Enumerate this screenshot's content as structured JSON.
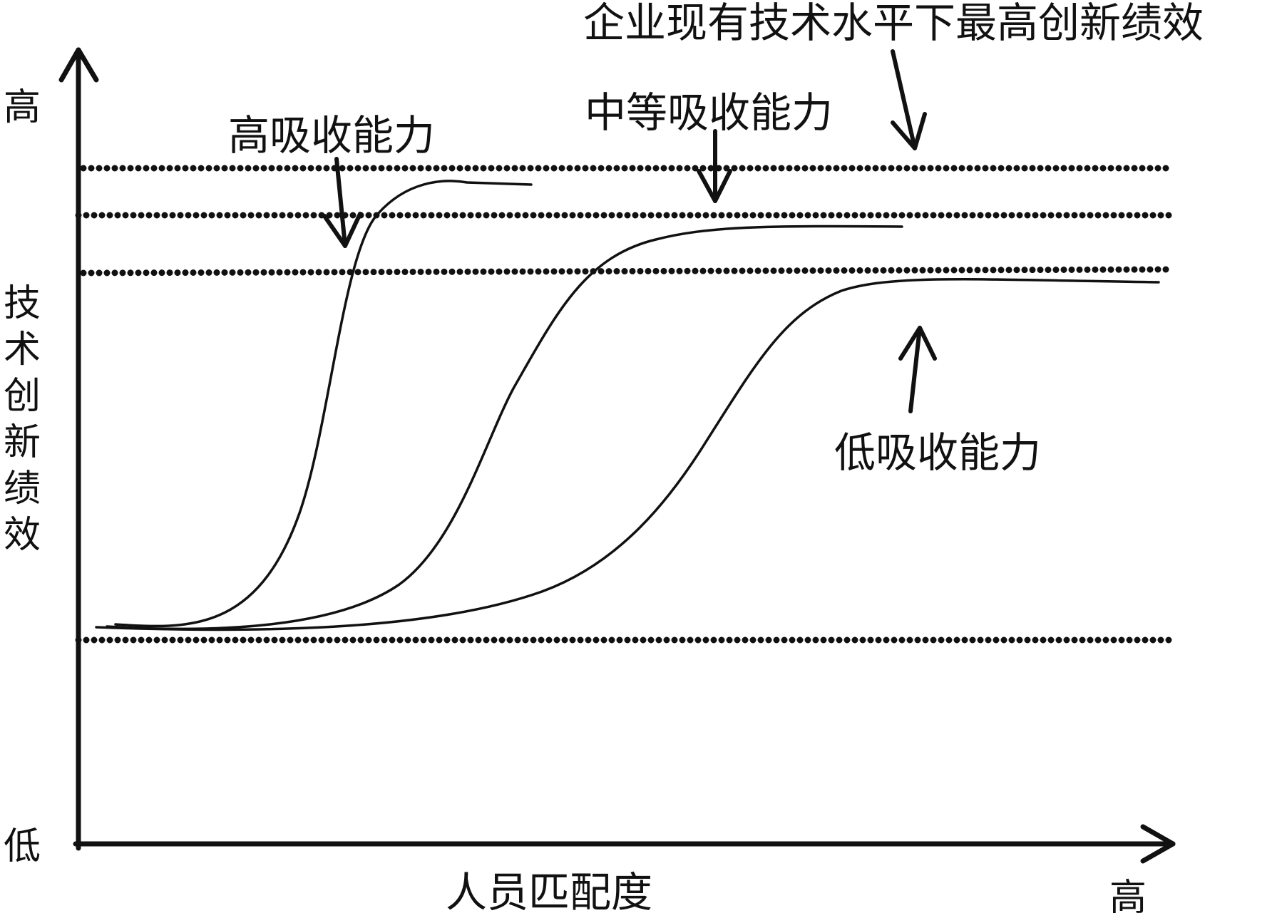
{
  "colors": {
    "ink": "#111111",
    "background": "#ffffff"
  },
  "axes": {
    "y_title": [
      "技",
      "术",
      "创",
      "新",
      "绩",
      "效"
    ],
    "y_high": "高",
    "y_low": "低",
    "x_title": "人员匹配度",
    "x_high": "高"
  },
  "labels": {
    "max_performance": "企业现有技术水平下最高创新绩效",
    "medium_capacity": "中等吸收能力",
    "high_capacity": "高吸收能力",
    "low_capacity": "低吸收能力"
  }
}
